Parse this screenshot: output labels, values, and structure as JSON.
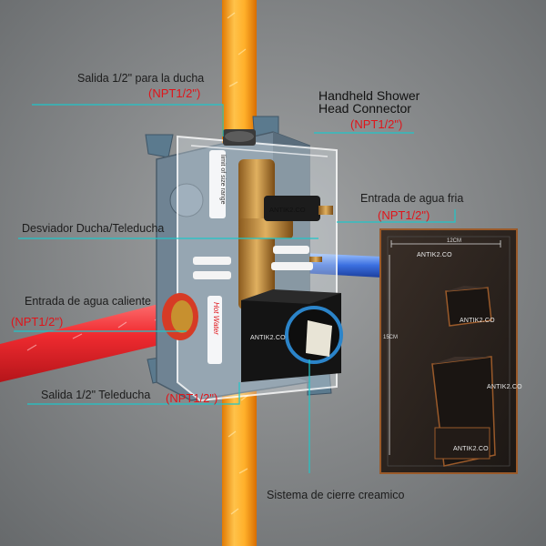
{
  "labels": {
    "salida_ducha": "Salida 1/2\" para la ducha",
    "salida_ducha_npt": "(NPT1/2\")",
    "handheld_line1": "Handheld Shower",
    "handheld_line2": "Head Connector",
    "handheld_npt": "(NPT1/2\")",
    "entrada_fria": "Entrada de agua fria",
    "entrada_fria_npt": "(NPT1/2\")",
    "desviador": "Desviador Ducha/Teleducha",
    "entrada_caliente": "Entrada de agua caliente",
    "entrada_caliente_npt": "(NPT1/2\")",
    "salida_teleducha": "Salida 1/2\" Teleducha",
    "salida_teleducha_npt": "(NPT1/2\")",
    "sistema_cierre": "Sistema de cierre creamico"
  },
  "brand": {
    "valve_top": "ANTIK2.CO",
    "valve_front": "ANTIK2.CO",
    "plate_top": "ANTIK2.CO",
    "plate_knob": "ANTIK2.CO",
    "plate_right": "ANTIK2.CO",
    "plate_bottom": "ANTIK2.CO"
  },
  "box_text": {
    "hot_water": "Hot Water",
    "limit_text": "limit of size range"
  },
  "dimensions": {
    "width": "12CM",
    "height": "15CM"
  },
  "colors": {
    "hot_pipe": "#e8262c",
    "cold_pipe": "#3b6fe0",
    "main_pipe": "#f5a21e",
    "callout_line": "#1fc6c9",
    "label_red": "#e0141a",
    "plate": "#2a211c",
    "bronze_edge": "#9a5a2a"
  }
}
